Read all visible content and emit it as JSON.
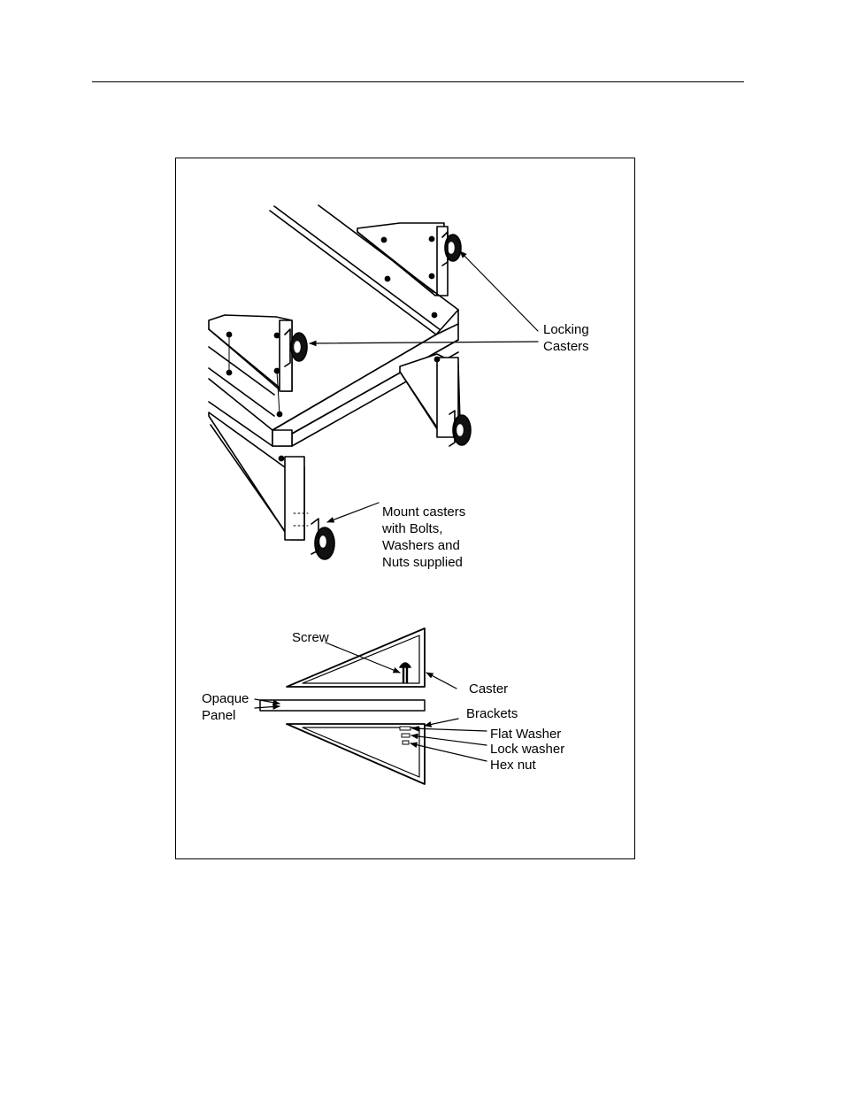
{
  "figure": {
    "labels": {
      "locking": "Locking",
      "casters": "Casters",
      "mount1": "Mount casters",
      "mount2": "with Bolts,",
      "mount3": "Washers and",
      "mount4": "Nuts supplied",
      "screw": "Screw",
      "opaque": "Opaque",
      "panel": "Panel",
      "caster": "Caster",
      "brackets": "Brackets",
      "flat_washer": "Flat Washer",
      "lock_washer": "Lock washer",
      "hex_nut": "Hex nut"
    }
  }
}
